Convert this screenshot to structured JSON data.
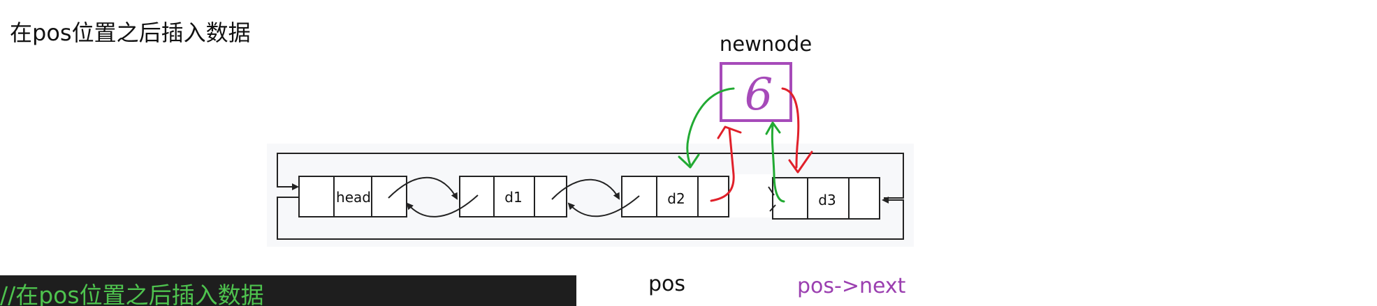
{
  "title": "在pos位置之后插入数据",
  "code_comment": "//在pos位置之后插入数据",
  "labels": {
    "newnode": "newnode",
    "pos": "pos",
    "pos_next": "pos->next"
  },
  "newnode": {
    "value": "6"
  },
  "nodes": [
    {
      "id": "head",
      "label": "head"
    },
    {
      "id": "d1",
      "label": "d1"
    },
    {
      "id": "d2",
      "label": "d2"
    },
    {
      "id": "d3",
      "label": "d3"
    }
  ],
  "colors": {
    "newnode_box": "#a64ab9",
    "green_link": "#22aa33",
    "red_link": "#e0202a",
    "code_text": "#4ec34e",
    "code_bg": "#1e1e1e"
  }
}
